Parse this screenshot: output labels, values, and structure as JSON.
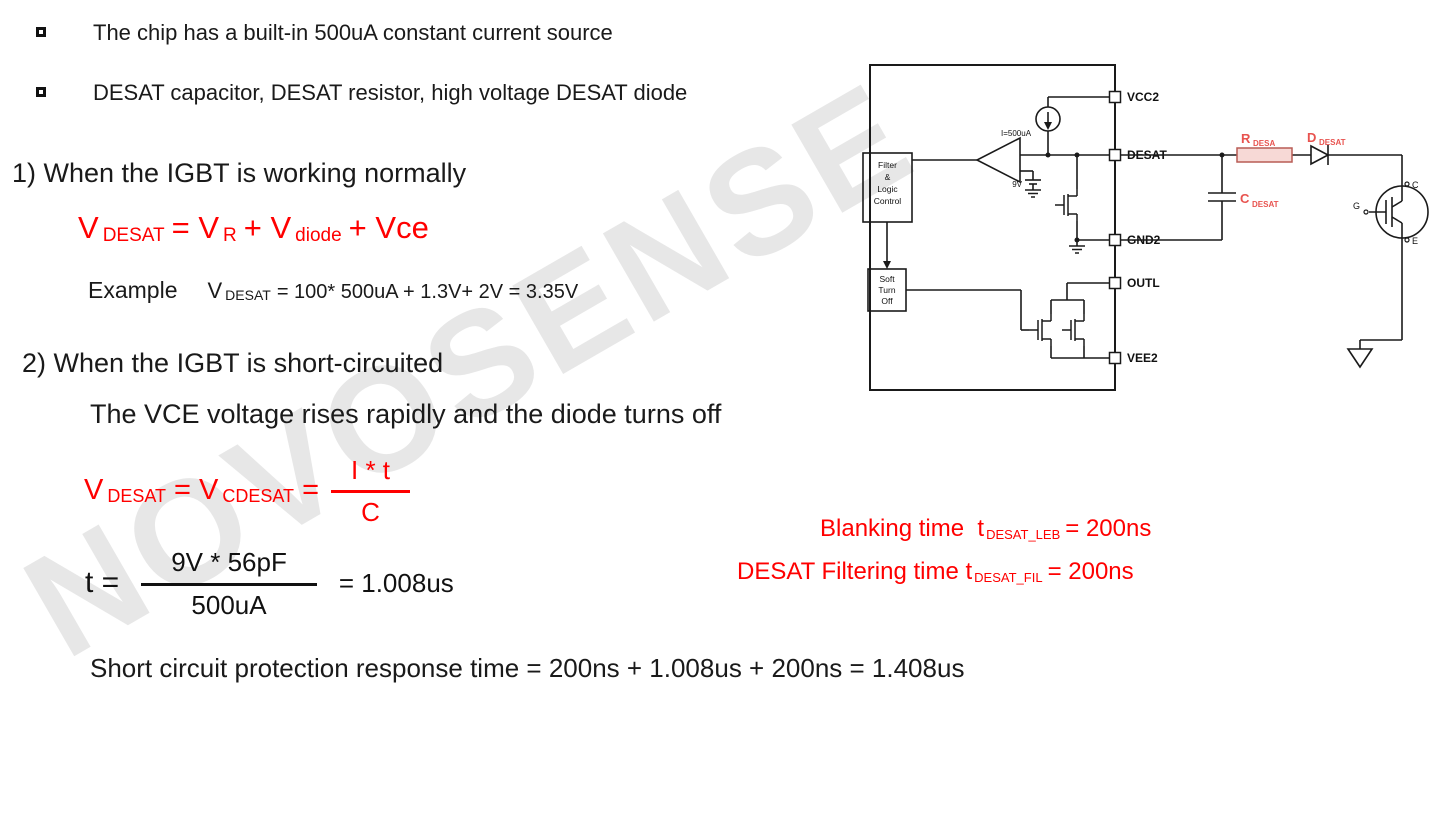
{
  "watermark": "NOVOSENSE",
  "bullets": {
    "b1": "The chip has a built-in 500uA constant current source",
    "b2": "DESAT capacitor, DESAT resistor, high voltage DESAT diode"
  },
  "normal": {
    "heading": "1) When the IGBT is working normally",
    "formula": {
      "t1": "V",
      "s1": "DESAT",
      "t2": "= V",
      "s2": "R",
      "t3": "+ V",
      "s3": "diode",
      "t4": "+ Vce"
    },
    "example": {
      "label": "Example",
      "t1": "V",
      "s1": "DESAT",
      "t2": "= 100* 500uA + 1.3V+ 2V = 3.35V"
    }
  },
  "short": {
    "heading": "2) When the IGBT is short-circuited",
    "desc": "The VCE voltage rises rapidly and the diode turns off",
    "formula": {
      "t1": "V",
      "s1": "DESAT",
      "t2": "= V",
      "s2": "CDESAT",
      "t3": "=",
      "num": "I * t",
      "den": "C"
    },
    "calc": {
      "lhs": "t =",
      "num": "9V * 56pF",
      "den": "500uA",
      "rhs": "= 1.008us"
    }
  },
  "timing": {
    "blanking": {
      "t1": "Blanking time  t",
      "s1": "DESAT_LEB",
      "t2": "= 200ns"
    },
    "filtering": {
      "t1": "DESAT Filtering time t",
      "s1": "DESAT_FIL",
      "t2": "= 200ns"
    }
  },
  "conclusion": "Short circuit protection response time = 200ns + 1.008us + 200ns = 1.408us",
  "circuit": {
    "pins": [
      {
        "label": "VCC2"
      },
      {
        "label": "DESAT"
      },
      {
        "label": "GND2"
      },
      {
        "label": "OUTL"
      },
      {
        "label": "VEE2"
      }
    ],
    "filter_lines": [
      "Filter",
      "&",
      "Logic",
      "Control"
    ],
    "soft_lines": [
      "Soft",
      "Turn",
      "Off"
    ],
    "current_source_label": "I=500uA",
    "vref_label": "9V",
    "resistor": {
      "name": "R",
      "sub": "DESA"
    },
    "diode": {
      "name": "D",
      "sub": "DESAT"
    },
    "capacitor": {
      "name": "C",
      "sub": "DESAT"
    },
    "igbt": {
      "collector": "C",
      "gate": "G",
      "emitter": "E"
    }
  },
  "colors": {
    "formula_red": "#ff0000",
    "component_red": "#e8534f"
  }
}
